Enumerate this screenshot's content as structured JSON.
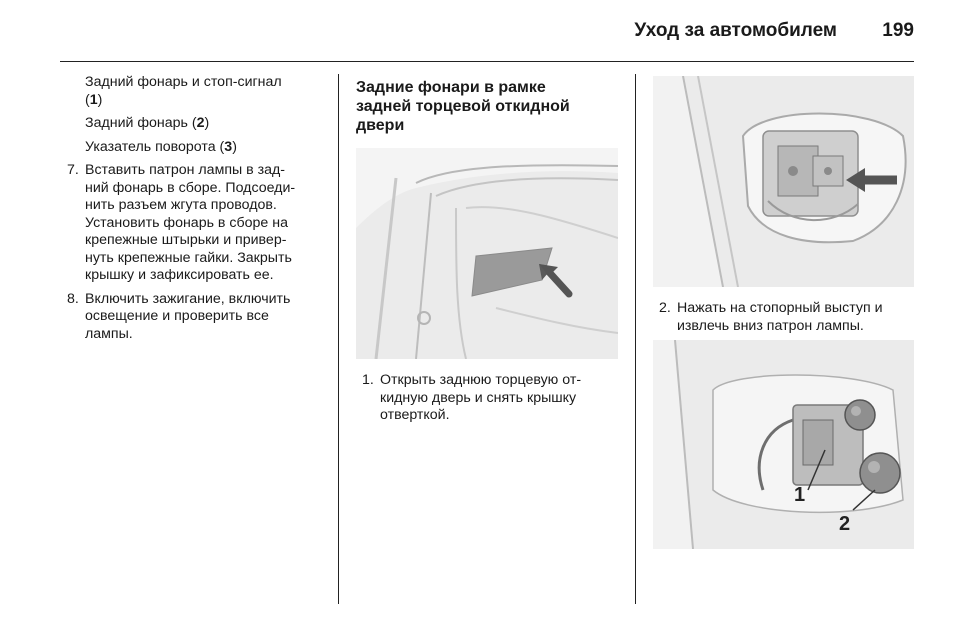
{
  "header": {
    "title": "Уход за автомобилем",
    "page_number": "199"
  },
  "col1": {
    "legend": [
      {
        "pre": "Задний фонарь и стоп-сигнал",
        "line2_pre": "(",
        "key": "1",
        "post": ")"
      },
      {
        "pre": "Задний фонарь (",
        "key": "2",
        "post": ")"
      },
      {
        "pre": "Указатель поворота (",
        "key": "3",
        "post": ")"
      }
    ],
    "step7": {
      "num": "7.",
      "lines": [
        "Вставить патрон лампы в зад-",
        "ний фонарь в сборе. Подсоеди-",
        "нить разъем жгута проводов.",
        "Установить фонарь в сборе на",
        "крепежные штырьки и привер-",
        "нуть крепежные гайки. Закрыть",
        "крышку и зафиксировать ее."
      ]
    },
    "step8": {
      "num": "8.",
      "lines": [
        "Включить зажигание, включить",
        "освещение и проверить все",
        "лампы."
      ]
    }
  },
  "col2": {
    "heading_lines": [
      "Задние фонари в рамке",
      "задней торцевой откидной",
      "двери"
    ],
    "step1": {
      "num": "1.",
      "lines": [
        "Открыть заднюю торцевую от-",
        "кидную дверь и снять крышку",
        "отверткой."
      ]
    }
  },
  "col3": {
    "step2": {
      "num": "2.",
      "lines": [
        "Нажать на стопорный выступ и",
        "извлечь вниз патрон лампы."
      ]
    },
    "callouts": [
      "1",
      "2"
    ]
  }
}
